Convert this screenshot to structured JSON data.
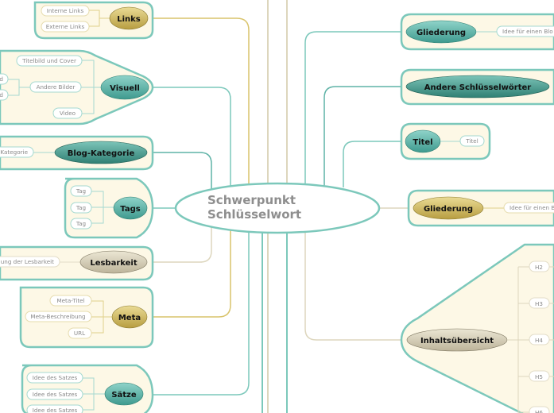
{
  "center": {
    "line1": "Schwerpunkt",
    "line2": "Schlüsselwort"
  },
  "left": {
    "links": {
      "label": "Links",
      "items": [
        "Interne Links",
        "Externe Links"
      ]
    },
    "visuell": {
      "label": "Visuell",
      "items": [
        "Titelbild und Cover",
        "Andere Bilder",
        "Video"
      ],
      "sub_items": [
        "ild",
        "ild"
      ]
    },
    "blog_kategorie": {
      "label": "Blog-Kategorie",
      "items": [
        "Kategorie"
      ]
    },
    "tags": {
      "label": "Tags",
      "items": [
        "Tag",
        "Tag",
        "Tag"
      ]
    },
    "lesbarkeit": {
      "label": "Lesbarkeit",
      "items": [
        "ung der Lesbarkeit"
      ]
    },
    "meta": {
      "label": "Meta",
      "items": [
        "Meta-Titel",
        "Meta-Beschreibung",
        "URL"
      ]
    },
    "saetze": {
      "label": "Sätze",
      "items": [
        "Idee des Satzes",
        "Idee des Satzes",
        "Idee des Satzes"
      ]
    }
  },
  "right": {
    "gliederung1": {
      "label": "Gliederung",
      "items": [
        "Idee für einen Blo"
      ]
    },
    "andere": {
      "label": "Andere Schlüsselwörter"
    },
    "titel": {
      "label": "Titel",
      "items": [
        "Titel"
      ]
    },
    "gliederung2": {
      "label": "Gliederung",
      "items": [
        "Idee für einen B"
      ]
    },
    "inhalt": {
      "label": "Inhaltsübersicht",
      "items": [
        "H2",
        "H3",
        "H4",
        "H5",
        "H6"
      ]
    }
  },
  "colors": {
    "teal": "#7cc8bb",
    "gold": "#d9c46c",
    "beige": "#ddd6bd",
    "panel_fill": "#fdf8e6",
    "node_teal": "#5fb3a7",
    "node_gold": "#c9b25a",
    "node_beige": "#cfc7ad"
  }
}
